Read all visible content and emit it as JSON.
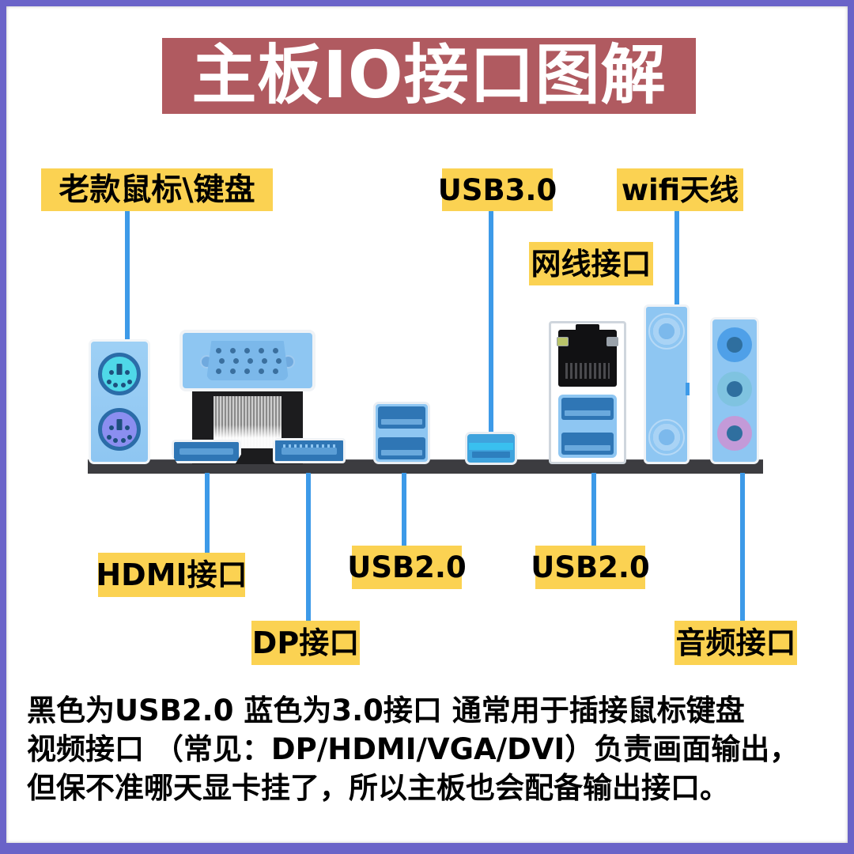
{
  "page": {
    "title": "主板IO接口图解",
    "border_color": "#6a63c8",
    "title_bg": "#b05a60",
    "label_bg": "#fbd252",
    "leader_color": "#3d9ae8"
  },
  "labels": {
    "ps2": "老款鼠标\\键盘",
    "usb3": "USB3.0",
    "wifi": "wifi天线",
    "lan": "网线接口",
    "hdmi": "HDMI接口",
    "dp": "DP接口",
    "usb2_mid": "USB2.0",
    "usb2_lan": "USB2.0",
    "audio": "音频接口"
  },
  "bottom_text": {
    "line1": "黑色为USB2.0 蓝色为3.0接口 通常用于插接鼠标键盘",
    "line2": "视频接口 （常见：DP/HDMI/VGA/DVI）负责画面输出，",
    "line3": "但保不准哪天显卡挂了，所以主板也会配备输出接口。"
  },
  "ports": {
    "ps2_top": "ps2-mouse-jack",
    "ps2_bottom": "ps2-keyboard-jack",
    "vga": "vga-port",
    "hdmi": "hdmi-port",
    "dp": "displayport-port",
    "usb2_mid": "usb2-dual-stack-port",
    "usb3": "usb3-single-port",
    "rj45": "rj45-ethernet-port",
    "lan_usb": "usb2-dual-stack-port-lan",
    "wifi": "wifi-antenna-connectors",
    "audio": "audio-jack-stack"
  }
}
